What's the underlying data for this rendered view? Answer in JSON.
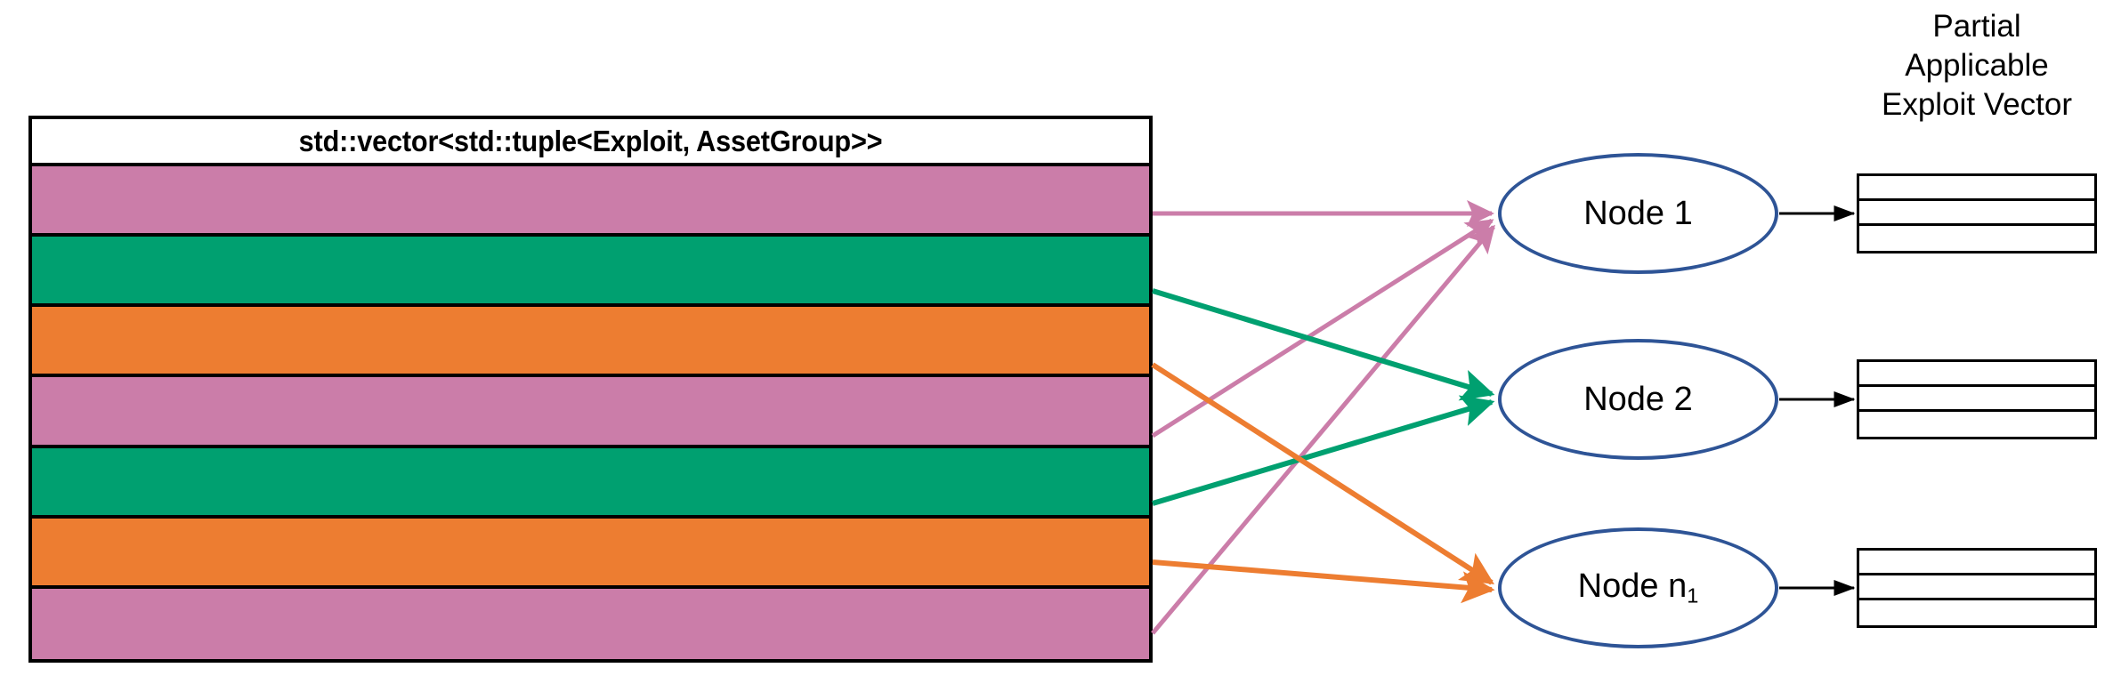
{
  "diagram": {
    "title": "Exploit vector distribution to nodes",
    "colors": {
      "pink": "#CB7DA9",
      "green": "#00A070",
      "orange": "#ED7D31",
      "node_border": "#2E5496",
      "outline": "#000000",
      "background": "#FFFFFF"
    }
  },
  "vector_table": {
    "header": "std::vector<std::tuple<Exploit, AssetGroup>>",
    "rows": [
      {
        "index": 1,
        "color": "#CB7DA9",
        "group": "pink"
      },
      {
        "index": 2,
        "color": "#00A070",
        "group": "green"
      },
      {
        "index": 3,
        "color": "#ED7D31",
        "group": "orange"
      },
      {
        "index": 4,
        "color": "#CB7DA9",
        "group": "pink"
      },
      {
        "index": 5,
        "color": "#00A070",
        "group": "green"
      },
      {
        "index": 6,
        "color": "#ED7D31",
        "group": "orange"
      },
      {
        "index": 7,
        "color": "#CB7DA9",
        "group": "pink"
      }
    ]
  },
  "nodes": [
    {
      "id": "node-1",
      "label": "Node 1",
      "sub": ""
    },
    {
      "id": "node-2",
      "label": "Node 2",
      "sub": ""
    },
    {
      "id": "node-n1",
      "label": "Node n",
      "sub": "1"
    }
  ],
  "partial_vectors": {
    "caption_lines": [
      "Partial",
      "Applicable",
      "Exploit Vector"
    ],
    "caption": "Partial Applicable Exploit Vector",
    "boxes": [
      {
        "for_node": "node-1",
        "cells": [
          "",
          "",
          ""
        ]
      },
      {
        "for_node": "node-2",
        "cells": [
          "",
          "",
          ""
        ]
      },
      {
        "for_node": "node-n1",
        "cells": [
          "",
          "",
          ""
        ]
      }
    ]
  },
  "connections": [
    {
      "from_row": 1,
      "to_node": "node-1",
      "color": "#CB7DA9"
    },
    {
      "from_row": 4,
      "to_node": "node-1",
      "color": "#CB7DA9"
    },
    {
      "from_row": 7,
      "to_node": "node-1",
      "color": "#CB7DA9"
    },
    {
      "from_row": 2,
      "to_node": "node-2",
      "color": "#00A070"
    },
    {
      "from_row": 5,
      "to_node": "node-2",
      "color": "#00A070"
    },
    {
      "from_row": 3,
      "to_node": "node-n1",
      "color": "#ED7D31"
    },
    {
      "from_row": 6,
      "to_node": "node-n1",
      "color": "#ED7D31"
    },
    {
      "from_node": "node-1",
      "to_box": 1,
      "color": "#000000"
    },
    {
      "from_node": "node-2",
      "to_box": 2,
      "color": "#000000"
    },
    {
      "from_node": "node-n1",
      "to_box": 3,
      "color": "#000000"
    }
  ]
}
